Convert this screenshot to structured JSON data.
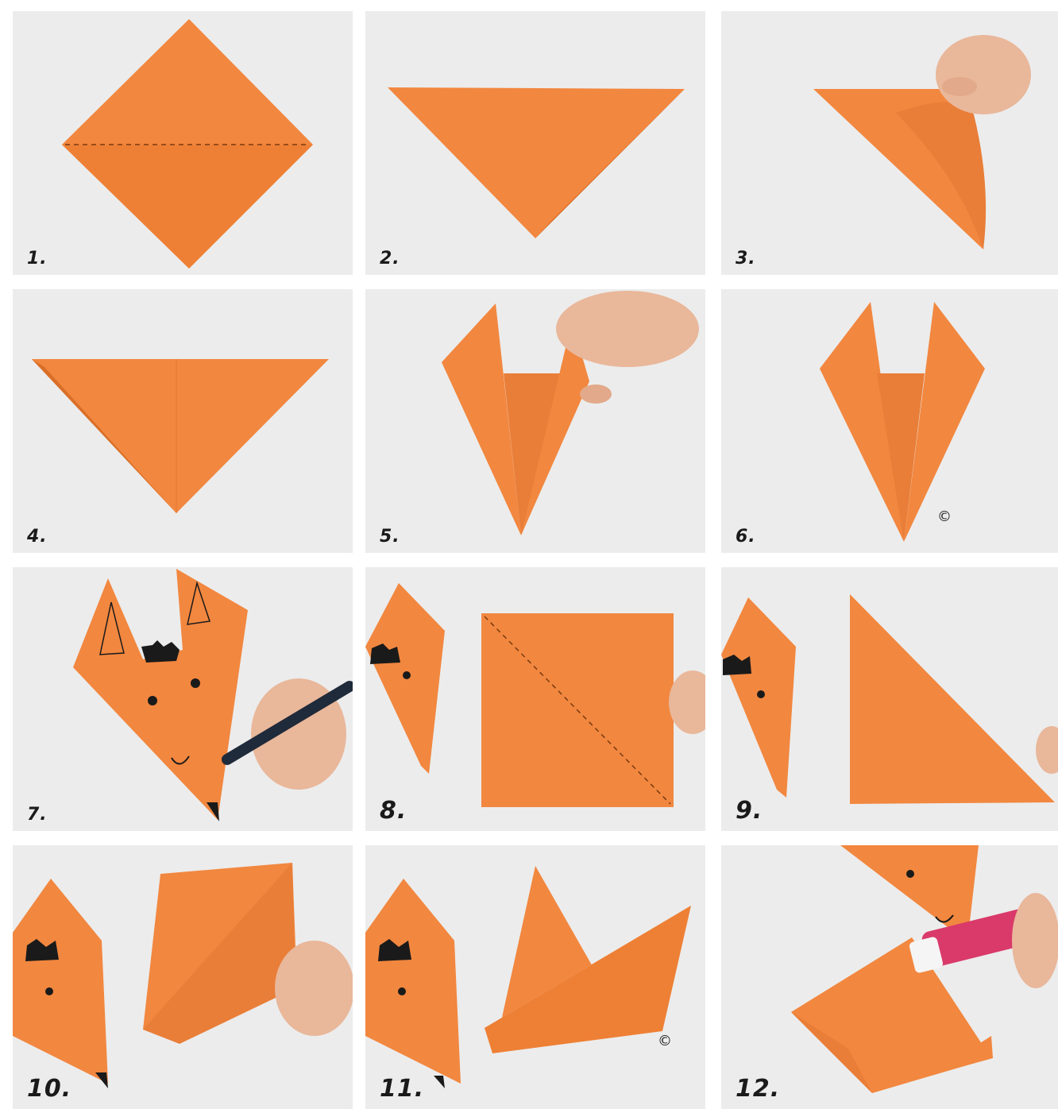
{
  "steps": [
    {
      "label": "1."
    },
    {
      "label": "2."
    },
    {
      "label": "3."
    },
    {
      "label": "4."
    },
    {
      "label": "5."
    },
    {
      "label": "6."
    },
    {
      "label": "7."
    },
    {
      "label": "8."
    },
    {
      "label": "9."
    },
    {
      "label": "10."
    },
    {
      "label": "11."
    },
    {
      "label": "12."
    }
  ],
  "marks": {
    "copyright_6": "©",
    "copyright_11": "©"
  },
  "colors": {
    "paper": "#f2873f",
    "paper_shadow": "#e4782f",
    "paper_light": "#f59a56",
    "background": "#ececec",
    "ink": "#1a1a1a",
    "skin": "#e9b79a",
    "glue_stick": "#d93a6a"
  }
}
